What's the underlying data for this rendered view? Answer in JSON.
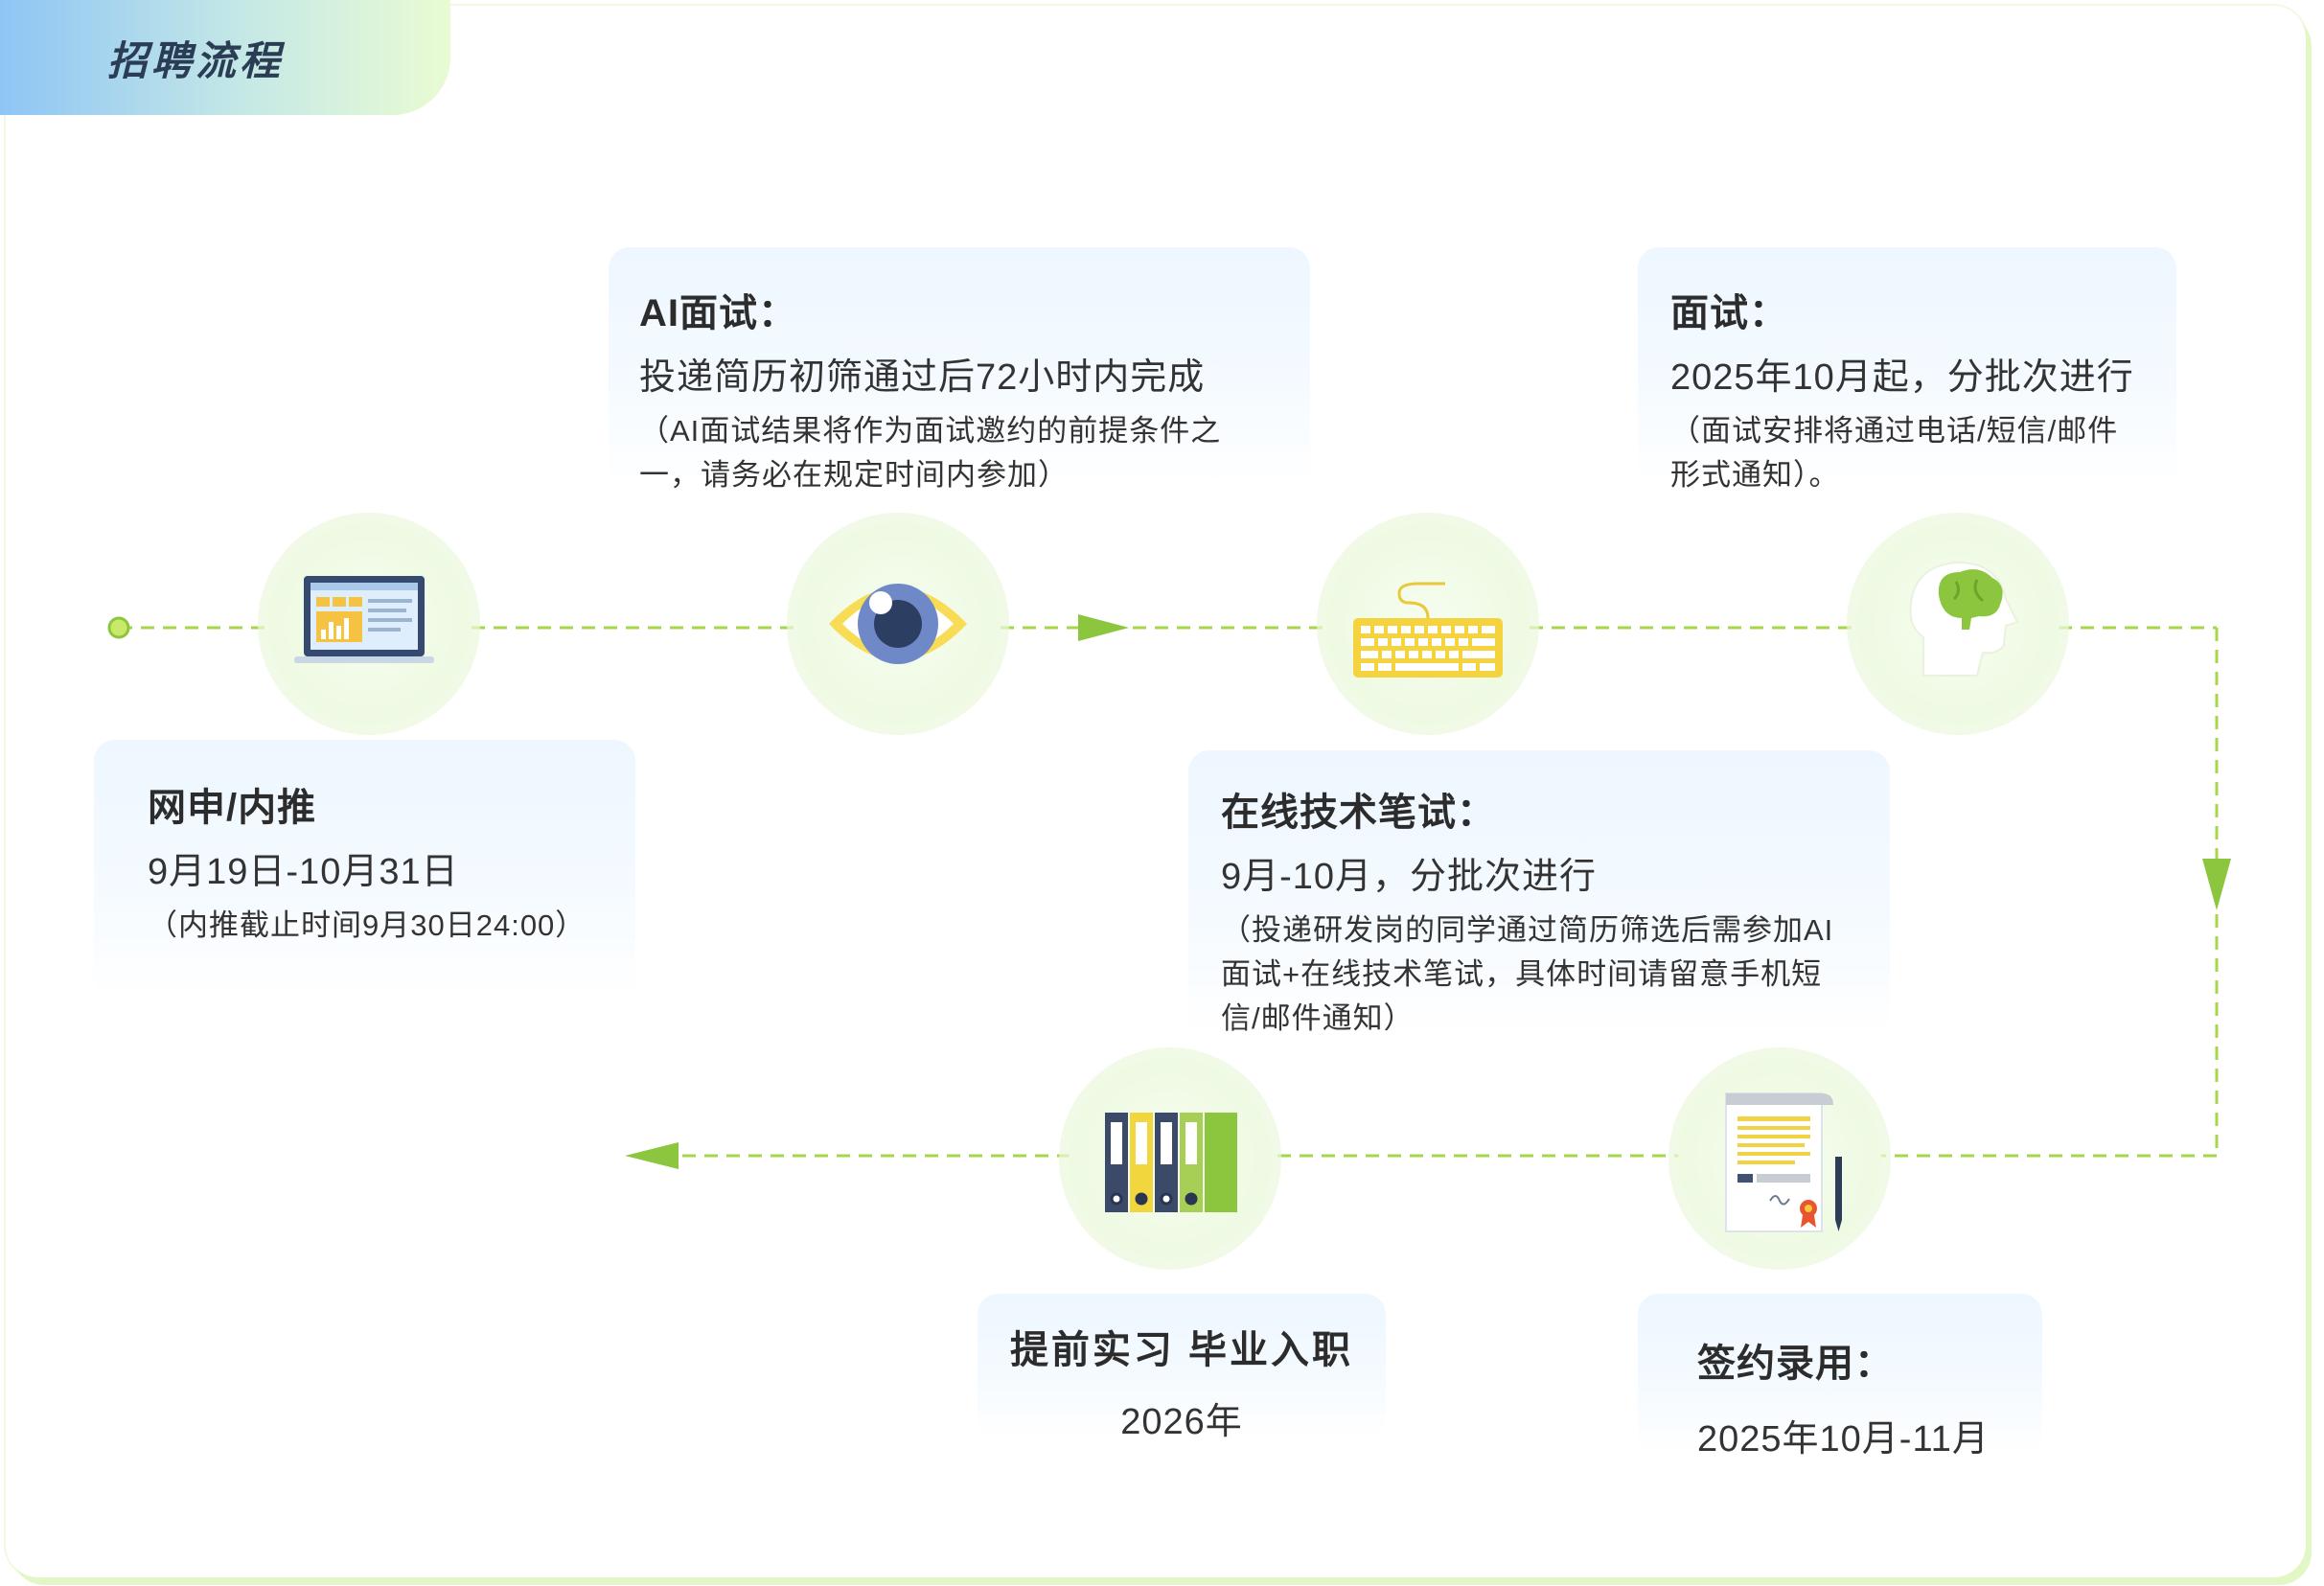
{
  "header": {
    "title": "招聘流程"
  },
  "steps": {
    "apply": {
      "title": "网申/内推",
      "date": "9月19日-10月31日",
      "note": "（内推截止时间9月30日24:00）",
      "icon": "laptop-icon"
    },
    "ai": {
      "title": "AI面试：",
      "date": "投递简历初筛通过后72小时内完成",
      "note": "（AI面试结果将作为面试邀约的前提条件之一，请务必在规定时间内参加）",
      "icon": "eye-icon"
    },
    "written": {
      "title": "在线技术笔试：",
      "date": "9月-10月，分批次进行",
      "note": "（投递研发岗的同学通过简历筛选后需参加AI面试+在线技术笔试，具体时间请留意手机短信/邮件通知）",
      "icon": "keyboard-icon"
    },
    "interview": {
      "title": "面试：",
      "date": "2025年10月起，分批次进行",
      "note": "（面试安排将通过电话/短信/邮件形式通知）。",
      "icon": "brain-head-icon"
    },
    "offer": {
      "title": "签约录用：",
      "date": "2025年10月-11月",
      "icon": "contract-icon"
    },
    "onboard": {
      "title": "提前实习 毕业入职",
      "date": "2026年",
      "icon": "binders-icon"
    }
  },
  "colors": {
    "accent": "#8cc63f",
    "dash": "#a6d64a",
    "title_text": "#2a3d55"
  }
}
